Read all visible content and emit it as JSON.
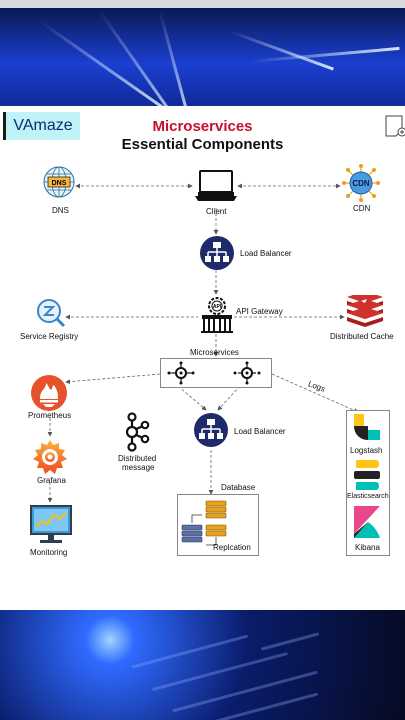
{
  "brand": {
    "label": "VAmaze"
  },
  "title": {
    "line1": "Microservices",
    "line2": "Essential Components"
  },
  "nodes": {
    "dns": {
      "label": "DNS",
      "icon_text": "DNS"
    },
    "client": {
      "label": "Client"
    },
    "cdn": {
      "label": "CDN",
      "icon_text": "CDN"
    },
    "load_balancer_top": {
      "label": "Load Balancer"
    },
    "api_gateway": {
      "label": "API Gateway",
      "icon_text": "API"
    },
    "service_registry": {
      "label": "Service Registry"
    },
    "distributed_cache": {
      "label": "Distributed Cache"
    },
    "microservices": {
      "label": "Microservices"
    },
    "prometheus": {
      "label": "Prometheus"
    },
    "grafana": {
      "label": "Grafana"
    },
    "monitoring": {
      "label": "Monitoring"
    },
    "distributed_message": {
      "label_line1": "Distributed",
      "label_line2": "message"
    },
    "load_balancer_bottom": {
      "label": "Load Balancer"
    },
    "database": {
      "label": "Database",
      "replication_label": "Replcation"
    },
    "logs": {
      "label": "Logs"
    },
    "logstash": {
      "label": "Logstash"
    },
    "elasticsearch": {
      "label": "Elasticsearch"
    },
    "kibana": {
      "label": "Kibana"
    }
  },
  "colors": {
    "title_red": "#c8102e",
    "brand_bg": "#bff3f8",
    "lb_navy": "#1f2a6b",
    "cache_red": "#d0312d",
    "prometheus_red": "#e6522c",
    "grafana_orange": "#f57c00",
    "elastic_yellow": "#fec514",
    "kibana_pink": "#e8488b"
  }
}
